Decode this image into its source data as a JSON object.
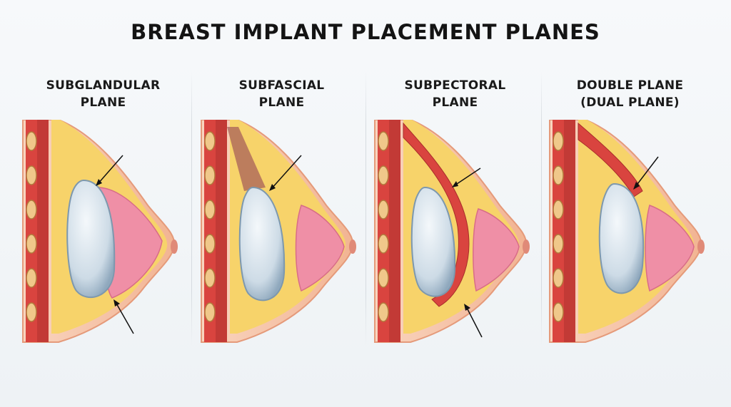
{
  "title": "BREAST IMPLANT PLACEMENT PLANES",
  "panels": [
    {
      "id": "subglandular",
      "line1": "SUBGLANDULAR",
      "line2": "PLANE"
    },
    {
      "id": "subfascial",
      "line1": "SUBFASCIAL",
      "line2": "PLANE"
    },
    {
      "id": "subpectoral",
      "line1": "SUBPECTORAL",
      "line2": "PLANE"
    },
    {
      "id": "dual",
      "line1": "DOUBLE PLANE",
      "line2": "(DUAL PLANE)"
    }
  ],
  "colors": {
    "skin": "#f6c2a6",
    "skin_dark": "#e59a7a",
    "fat": "#f7d36a",
    "muscle": "#d9443f",
    "gland": "#ef8fa6",
    "implant": "#cfdde8"
  }
}
